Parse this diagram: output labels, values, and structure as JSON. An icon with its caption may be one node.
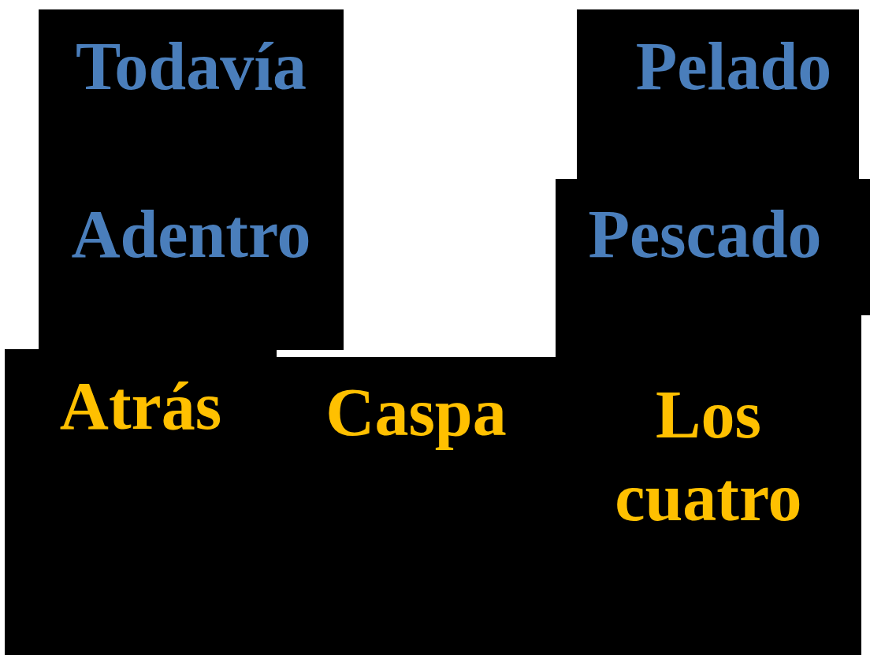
{
  "diagram": {
    "nodes": [
      {
        "text": [
          "Todavía"
        ]
      },
      {
        "text": [
          "Pelado"
        ]
      },
      {
        "text": [
          "Adentro"
        ]
      },
      {
        "text": [
          "Pescado"
        ]
      },
      {
        "text": [
          "Atrás"
        ]
      },
      {
        "text": [
          "Caspa"
        ]
      },
      {
        "text": [
          "Los cuatro"
        ]
      }
    ]
  }
}
